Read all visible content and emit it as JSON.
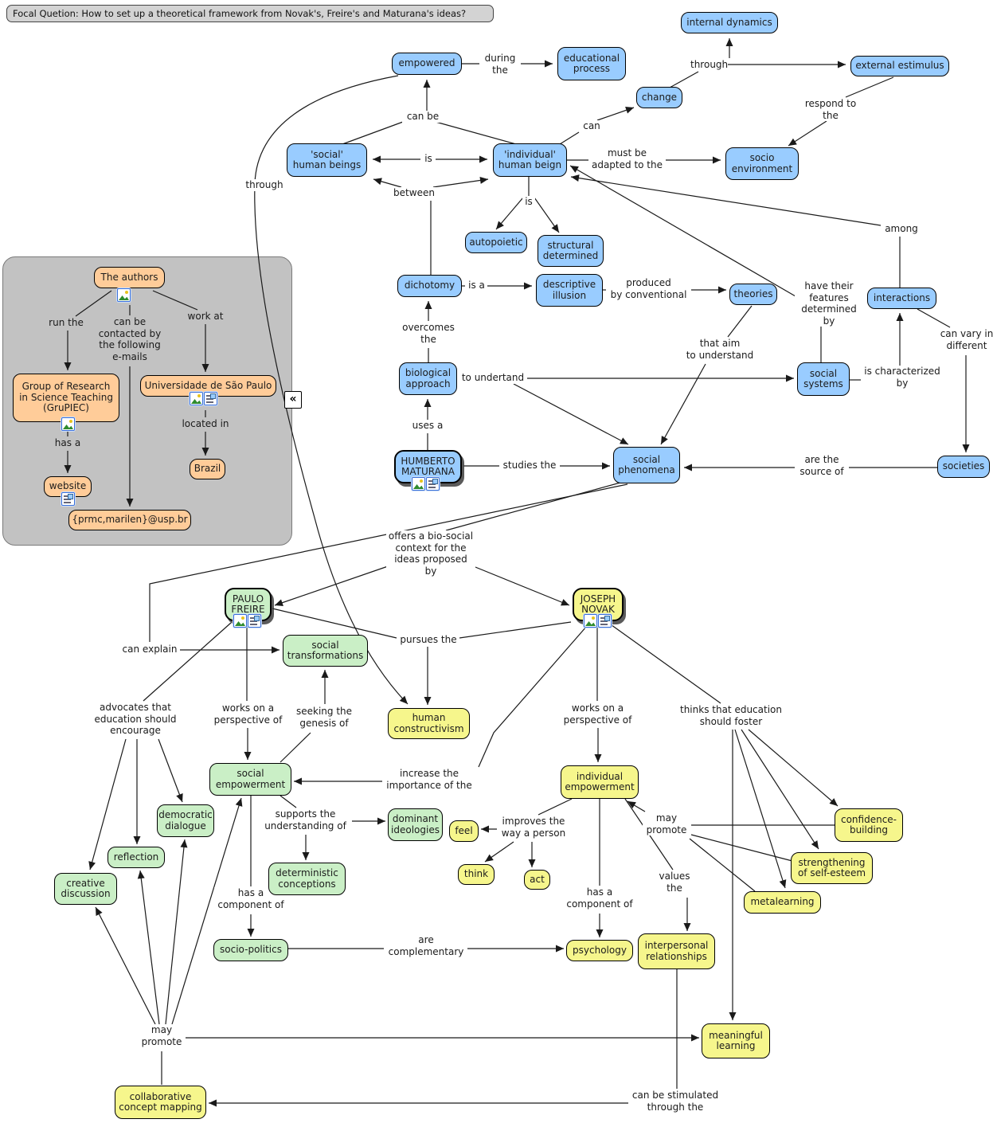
{
  "focal_question": "Focal Quetion: How to set up a theoretical framework from Novak's, Freire's and Maturana's ideas?",
  "collapse_glyph": "«",
  "colors": {
    "concept_blue": "#99CCFF",
    "concept_green": "#CAEFC6",
    "concept_yellow": "#F6F68C",
    "concept_orange": "#FFCC99",
    "annotation_gray": "#C2C2C2",
    "edge_black": "#1a1a1a"
  },
  "n": {
    "internal_dynamics": "internal dynamics",
    "empowered": "empowered",
    "educational_process": "educational\nprocess",
    "external_estimulus": "external estimulus",
    "change": "change",
    "social_humans": "'social'\nhuman beings",
    "individual_human": "'individual'\nhuman beign",
    "socio_environment": "socio\nenvironment",
    "autopoietic": "autopoietic",
    "structural": "structural\ndetermined",
    "dichotomy": "dichotomy",
    "descriptive": "descriptive\nillusion",
    "theories": "theories",
    "interactions": "interactions",
    "biological": "biological\napproach",
    "social_systems": "social\nsystems",
    "maturana": "HUMBERTO\nMATURANA",
    "social_phenomena": "social\nphenomena",
    "societies": "societies",
    "authors": "The authors",
    "grupiec": "Group of Research\nin Science Teaching\n(GruPIEC)",
    "usp": "Universidade de São Paulo",
    "brazil": "Brazil",
    "website": "website",
    "email": "{prmc,marilen}@usp.br",
    "freire": "PAULO\nFREIRE",
    "social_transformations": "social\ntransformations",
    "social_empowerment": "social\nempowerment",
    "democratic": "democratic\ndialogue",
    "reflection": "reflection",
    "creative": "creative\ndiscussion",
    "dominant": "dominant\nideologies",
    "deterministic": "deterministic\nconceptions",
    "socio_politics": "socio-politics",
    "novak": "JOSEPH\nNOVAK",
    "human_constructivism": "human\nconstructivism",
    "individual_empowerment": "individual\nempowerment",
    "feel": "feel",
    "think": "think",
    "act": "act",
    "confidence": "confidence-\nbuilding",
    "strengthening": "strengthening\nof self-esteem",
    "metalearning": "metalearning",
    "psychology": "psychology",
    "interpersonal": "interpersonal\nrelationships",
    "meaningful": "meaningful\nlearning",
    "collaborative": "collaborative\nconcept mapping"
  },
  "l": {
    "during": "during\nthe",
    "through_top": "through",
    "respond": "respond to\nthe",
    "can_be": "can be",
    "can": "can",
    "is_h": "is",
    "must_be": "must be\nadapted to the",
    "between": "between",
    "through_curve": "through",
    "is_v": "is",
    "among": "among",
    "is_a": "is a",
    "produced": "produced\nby conventional",
    "have_their": "have their\nfeatures\ndetermined by",
    "overcomes": "overcomes\nthe",
    "that_aim": "that aim\nto understand",
    "can_vary": "can vary in\ndifferent",
    "to_undertand": "to undertand",
    "is_char": "is characterized\nby",
    "uses_a": "uses a",
    "studies": "studies the",
    "are_source": "are the\nsource of",
    "offers": "offers a bio-social\ncontext for the\nideas proposed by",
    "can_explain": "can explain",
    "pursues": "pursues the",
    "advocates": "advocates that\neducation should\nencourage",
    "works_on_l": "works on a\nperspective of",
    "seeking": "seeking the\ngenesis of",
    "works_on_r": "works on a\nperspective of",
    "thinks": "thinks that education\nshould foster",
    "increase": "increase the\nimportance of the",
    "supports": "supports the\nunderstanding of",
    "improves": "improves the\nway a person",
    "may_promote_r": "may\npromote",
    "has_comp_l": "has a\ncomponent of",
    "has_comp_r": "has a\ncomponent of",
    "values": "values\nthe",
    "are_compl": "are\ncomplementary",
    "may_promote_b": "may\npromote",
    "can_be_stim": "can be stimulated\nthrough the",
    "run_the": "run the",
    "contacted": "can be\ncontacted by\nthe following\ne-mails",
    "work_at": "work at",
    "has_a": "has a",
    "located_in": "located in"
  }
}
